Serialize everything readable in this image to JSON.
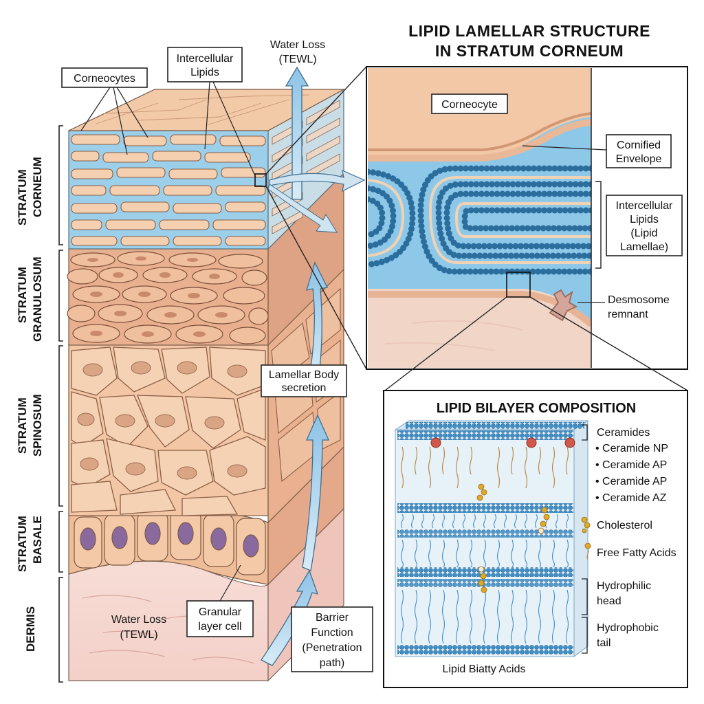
{
  "title": {
    "line1": "LIPID LAMELLAR STRUCTURE",
    "line2": "IN STRATUM CORNEUM"
  },
  "left_labels": {
    "corneocytes": "Corneocytes",
    "intercellular_lipids_1": "Intercellular",
    "intercellular_lipids_2": "Lipids",
    "water_loss_top_1": "Water Loss",
    "water_loss_top_2": "(TEWL)",
    "lamellar_body_1": "Lamellar Body",
    "lamellar_body_2": "secretion",
    "granular_cell_1": "Granular",
    "granular_cell_2": "layer cell",
    "barrier_1": "Barrier",
    "barrier_2": "Function",
    "barrier_3": "(Penetration",
    "barrier_4": "path)",
    "water_loss_bottom_1": "Water Loss",
    "water_loss_bottom_2": "(TEWL)"
  },
  "layers": [
    {
      "line1": "STRATUM",
      "line2": "CORNEUM"
    },
    {
      "line1": "STRATUM",
      "line2": "GRANULOSUM"
    },
    {
      "line1": "STRATUM",
      "line2": "SPINOSUM"
    },
    {
      "line1": "STRATUM",
      "line2": "BASALE"
    },
    {
      "line1": "DERMIS",
      "line2": ""
    }
  ],
  "zoom_labels": {
    "corneocyte": "Corneocyte",
    "cornified_1": "Cornified",
    "cornified_2": "Envelope",
    "ic_lipids_1": "Intercellular",
    "ic_lipids_2": "Lipids",
    "ic_lipids_3": "(Lipid",
    "ic_lipids_4": "Lamellae)",
    "desmosome_1": "Desmosome",
    "desmosome_2": "remnant"
  },
  "bilayer": {
    "title": "LIPID BILAYER COMPOSITION",
    "ceramides_header": "Ceramides",
    "ceramides": [
      "• Ceramide NP",
      "• Ceramide AP",
      "• Ceramide AP",
      "• Ceramide AZ"
    ],
    "cholesterol": "Cholesterol",
    "free_fatty_acids": "Free Fatty Acids",
    "hydrophilic_1": "Hydrophilic",
    "hydrophilic_2": "head",
    "hydrophobic_1": "Hydrophobic",
    "hydrophobic_2": "tail",
    "caption": "Lipid Biatty Acids"
  },
  "colors": {
    "skin_light": "#f3c9a8",
    "skin_mid": "#e8b08a",
    "lipid_blue": "#8ec8e8",
    "head_blue": "#3d8fc9",
    "nucleus_purple": "#8a6a9e",
    "dermis_pink": "#f6dcd6",
    "ceramide_red": "#d0584a",
    "cholesterol_gold": "#e0a92a"
  }
}
